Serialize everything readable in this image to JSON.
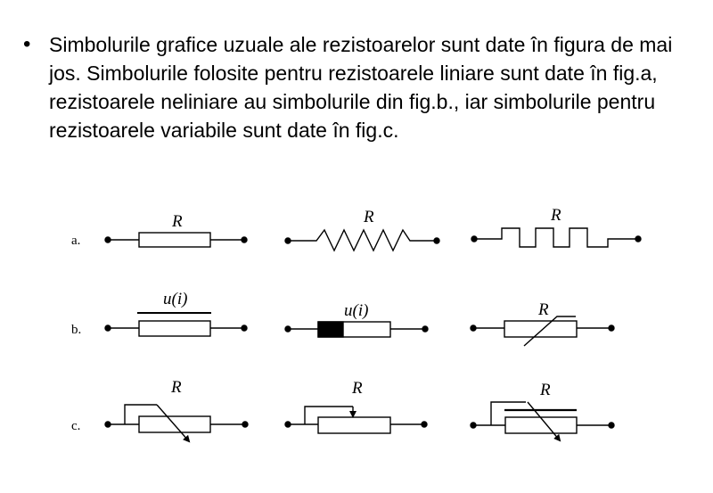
{
  "slide": {
    "bullet_symbol": "•",
    "paragraph": "Simbolurile grafice uzuale ale rezistoarelor sunt date în figura de mai jos. Simbolurile folosite pentru rezistoarele liniare sunt date în fig.a, rezistoarele neliniare au simbolurile din fig.b., iar simbolurile pentru rezistoarele variabile sunt date în fig.c."
  },
  "figure": {
    "row_labels": {
      "a": "a.",
      "b": "b.",
      "c": "c."
    },
    "symbols": {
      "a1": "R",
      "a2": "R",
      "a3": "R",
      "b1": "u(i)",
      "b2": "u(i)",
      "b3": "R",
      "c1": "R",
      "c2": "R",
      "c3": "R"
    }
  }
}
